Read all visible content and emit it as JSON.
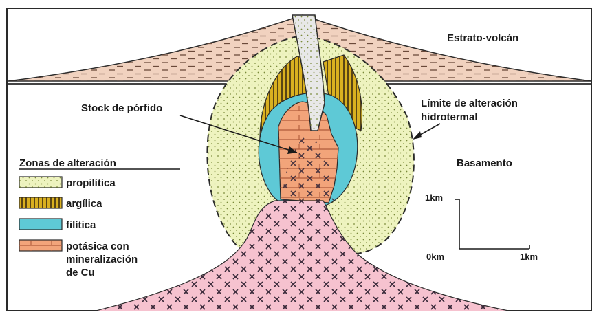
{
  "labels": {
    "volcano": "Estrato-volcán",
    "stock": "Stock de pórfido",
    "limit_line1": "Límite de alteración",
    "limit_line2": "hidrotermal",
    "basement": "Basamento"
  },
  "legend": {
    "title": "Zonas de alteración",
    "items": [
      {
        "lines": [
          "propilítica"
        ],
        "color": "#eef3bf"
      },
      {
        "lines": [
          "argílica"
        ],
        "color": "#d9b020"
      },
      {
        "lines": [
          "filítica"
        ],
        "color": "#5ec9d6"
      },
      {
        "lines": [
          "potásica con",
          "mineralización",
          "de Cu"
        ],
        "color": "#f2a47a"
      }
    ]
  },
  "scale": {
    "y_label": "1km",
    "origin_label": "0km",
    "x_label": "1km"
  },
  "colors": {
    "volcano_fill": "#f1d2bf",
    "propylitic": "#eef3bf",
    "argillic": "#d9b020",
    "phyllic": "#5ec9d6",
    "potassic": "#f2a47a",
    "porphyry": "#f6c2cf",
    "border": "#2a2a2a"
  }
}
